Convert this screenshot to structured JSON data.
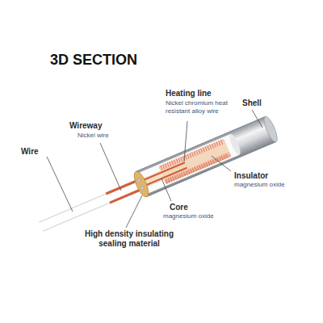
{
  "diagram": {
    "title": "3D SECTION",
    "labels": [
      "Heating line",
      "Nickel chromium heat resistant alloy wire",
      "Shell",
      "Wireway",
      "Nickel wire",
      "Wire",
      "Insulator",
      "magnesium oxide",
      "Core",
      "magnesium oxide",
      "High density insulating sealing material"
    ]
  }
}
